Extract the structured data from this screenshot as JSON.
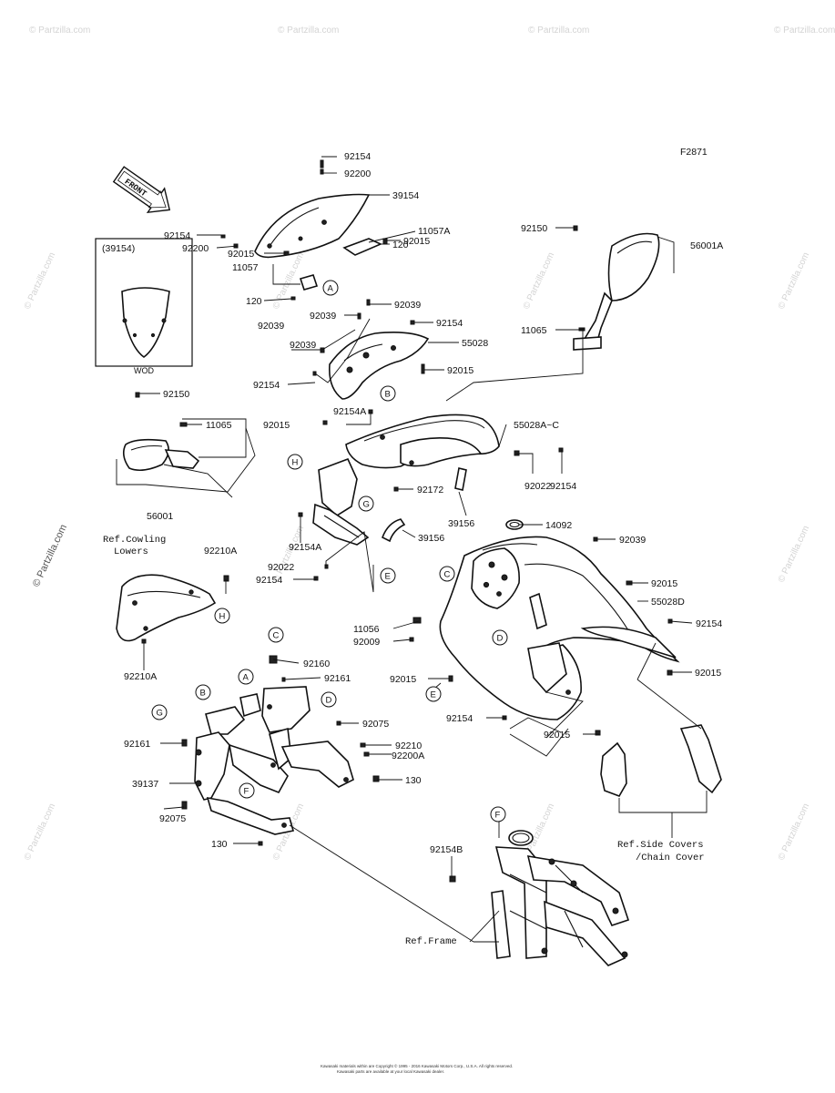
{
  "figure_code": "F2871",
  "front_arrow_text": "FRONT",
  "inset": {
    "ref": "(39154)",
    "caption": "WOD"
  },
  "watermark": "© Partzilla.com",
  "footer": [
    "Kawasaki materials within are Copyright © 1995 - 2016 Kawasaki Motors Corp., U.S.A. All rights reserved.",
    "Kawasaki parts are available at your local Kawasaki dealer."
  ],
  "refs": {
    "cowling_lowers_1": "Ref.Cowling",
    "cowling_lowers_2": "Lowers",
    "side_covers_1": "Ref.Side Covers",
    "side_covers_2": "/Chain Cover",
    "frame": "Ref.Frame"
  },
  "labels": [
    "92154",
    "92200",
    "39154",
    "92154",
    "92200",
    "92015",
    "11057A",
    "92015",
    "11057",
    "120",
    "120",
    "92150",
    "56001A",
    "11065",
    "92039",
    "92039",
    "92154",
    "92039",
    "55028",
    "92039",
    "92015",
    "92154",
    "92150",
    "11065",
    "92154A",
    "92015",
    "55028A~C",
    "92022",
    "92154",
    "92172",
    "56001",
    "39156",
    "14092",
    "92154A",
    "39156",
    "92022",
    "92154",
    "92039",
    "92210A",
    "92015",
    "55028D",
    "92154",
    "11056",
    "92009",
    "92210A",
    "92015",
    "92015",
    "92160",
    "92161",
    "92075",
    "92210",
    "92200A",
    "92161",
    "130",
    "39137",
    "92154",
    "92015",
    "92075",
    "130",
    "92154B"
  ],
  "callouts": [
    "A",
    "B",
    "C",
    "D",
    "E",
    "F",
    "G",
    "H"
  ]
}
